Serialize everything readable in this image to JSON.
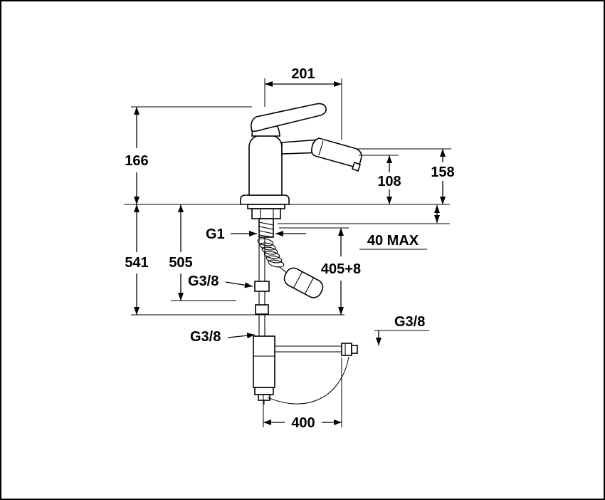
{
  "drawing": {
    "kind": "faucet installation dimension drawing",
    "colors": {
      "line": "#000000",
      "background": "#ffffff"
    }
  },
  "dims": {
    "d201": "201",
    "d166": "166",
    "d108": "108",
    "d158": "158",
    "d541": "541",
    "d505": "505",
    "d405": "405+8",
    "d40max": "40 MAX",
    "d400": "400",
    "g1": "G1",
    "g38_mid": "G3/8",
    "g38_lower": "G3/8",
    "g38_right": "G3/8"
  }
}
